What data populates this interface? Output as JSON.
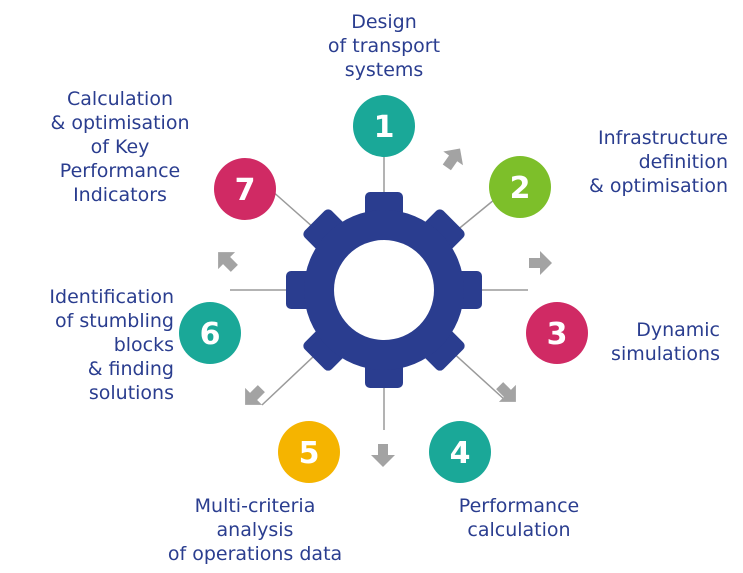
{
  "colors": {
    "gear": "#2a3d8f",
    "connector": "#9a9a9a",
    "arrow": "#a3a3a3",
    "text": "#2a3d8f",
    "teal": "#1aa898",
    "green": "#7dbf2a",
    "magenta": "#d02a64",
    "yellow": "#f5b400"
  },
  "steps": [
    {
      "number": "1",
      "color": "teal",
      "lines": [
        "Design",
        "of transport",
        "systems"
      ]
    },
    {
      "number": "2",
      "color": "green",
      "lines": [
        "Infrastructure",
        "definition",
        "& optimisation"
      ]
    },
    {
      "number": "3",
      "color": "magenta",
      "lines": [
        "Dynamic",
        "simulations"
      ]
    },
    {
      "number": "4",
      "color": "teal",
      "lines": [
        "Performance",
        "calculation"
      ]
    },
    {
      "number": "5",
      "color": "yellow",
      "lines": [
        "Multi-criteria",
        "analysis",
        "of operations data"
      ]
    },
    {
      "number": "6",
      "color": "teal",
      "lines": [
        "Identification",
        "of stumbling",
        "blocks",
        "& finding",
        "solutions"
      ]
    },
    {
      "number": "7",
      "color": "magenta",
      "lines": [
        "Calculation",
        "& optimisation",
        "of Key",
        "Performance",
        "Indicators"
      ]
    }
  ]
}
